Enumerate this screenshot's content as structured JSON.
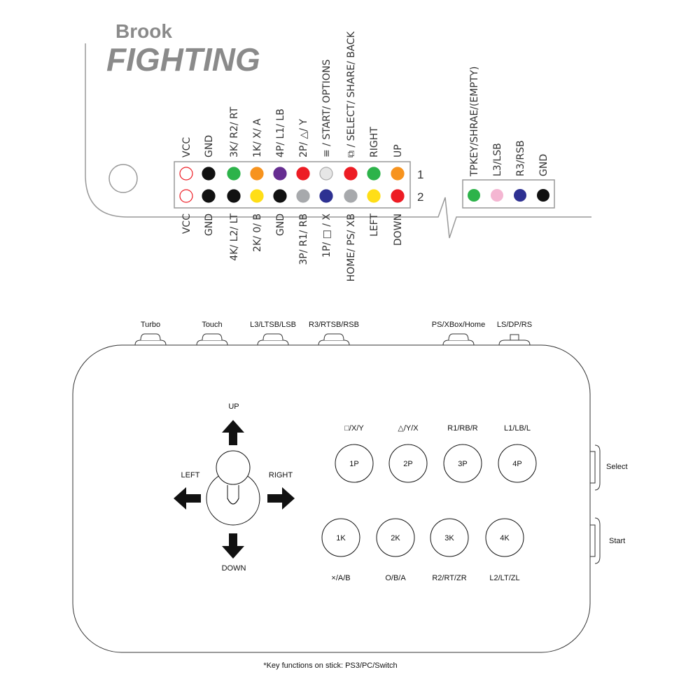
{
  "logo": {
    "brand": "Brook",
    "product": "FIGHTING"
  },
  "main_connector": {
    "row_labels": [
      "1",
      "2"
    ],
    "top_labels": [
      "VCC",
      "GND",
      "3K/ R2/ RT",
      "1K/ X/ A",
      "4P/ L1/ LB",
      "2P/ △/ Y",
      "≡ / START/ OPTIONS",
      "⧉ / SELECT/ SHARE/ BACK",
      "RIGHT",
      "UP"
    ],
    "bottom_labels": [
      "VCC",
      "GND",
      "4K/ L2/ LT",
      "2K/ 0/ B",
      "GND",
      "3P/ R1/ RB",
      "1P/ □ / X",
      "HOME/ PS/ XB",
      "LEFT",
      "DOWN"
    ],
    "row1_colors": [
      "none",
      "#111111",
      "#2db34a",
      "#f7931e",
      "#662d91",
      "#ed1c24",
      "#e6e6e6",
      "#ed1c24",
      "#2db34a",
      "#f7931e"
    ],
    "row2_colors": [
      "none",
      "#111111",
      "#111111",
      "#ffde17",
      "#111111",
      "#a7a9ac",
      "#2e3192",
      "#a7a9ac",
      "#ffde17",
      "#ed1c24"
    ]
  },
  "aux_connector": {
    "labels": [
      "TPKEY/SHRAE/(EMPTY)",
      "L3/LSB",
      "R3/RSB",
      "GND"
    ],
    "colors": [
      "#2db34a",
      "#f4b6d2",
      "#2e3192",
      "#111111"
    ]
  },
  "top_buttons": [
    "Turbo",
    "Touch",
    "L3/LTSB/LSB",
    "R3/RTSB/RSB",
    "PS/XBox/Home",
    "LS/DP/RS"
  ],
  "side_buttons": [
    "Select",
    "Start"
  ],
  "joystick": {
    "up": "UP",
    "down": "DOWN",
    "left": "LEFT",
    "right": "RIGHT"
  },
  "punch_buttons": [
    {
      "label": "1P",
      "function": "□/X/Y"
    },
    {
      "label": "2P",
      "function": "△/Y/X"
    },
    {
      "label": "3P",
      "function": "R1/RB/R"
    },
    {
      "label": "4P",
      "function": "L1/LB/L"
    }
  ],
  "kick_buttons": [
    {
      "label": "1K",
      "function": "×/A/B"
    },
    {
      "label": "2K",
      "function": "O/B/A"
    },
    {
      "label": "3K",
      "function": "R2/RT/ZR"
    },
    {
      "label": "4K",
      "function": "L2/LT/ZL"
    }
  ],
  "footnote": "*Key functions on stick: PS3/PC/Switch"
}
